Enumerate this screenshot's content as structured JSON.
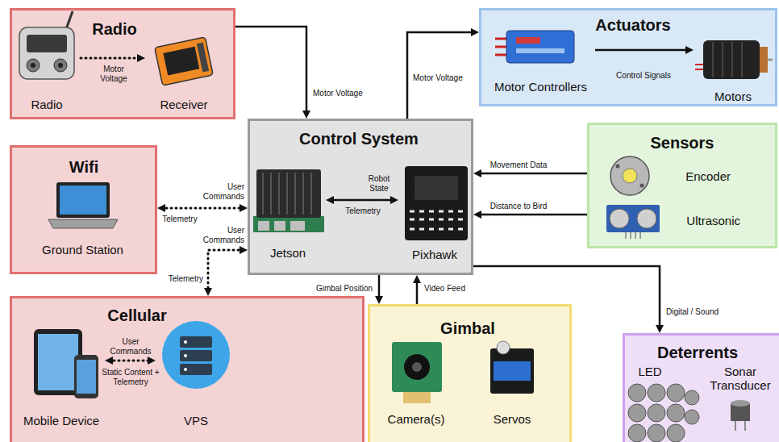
{
  "diagram": {
    "nodes": [
      {
        "text": [
          "Radio"
        ]
      },
      {
        "text": [
          "Radio"
        ],
        "in": 0
      },
      {
        "text": [
          "Receiver"
        ],
        "in": 0
      },
      {
        "text": [
          "Wifi"
        ]
      },
      {
        "text": [
          "Ground Station"
        ],
        "in": 3
      },
      {
        "text": [
          "Cellular"
        ]
      },
      {
        "text": [
          "Mobile Device"
        ],
        "in": 5
      },
      {
        "text": [
          "VPS"
        ],
        "in": 5
      },
      {
        "text": [
          "Control System"
        ]
      },
      {
        "text": [
          "Jetson"
        ],
        "in": 8
      },
      {
        "text": [
          "Pixhawk"
        ],
        "in": 8
      },
      {
        "text": [
          "Actuators"
        ]
      },
      {
        "text": [
          "Motor Controllers"
        ],
        "in": 11
      },
      {
        "text": [
          "Motors"
        ],
        "in": 11
      },
      {
        "text": [
          "Sensors"
        ]
      },
      {
        "text": [
          "Encoder"
        ],
        "in": 14
      },
      {
        "text": [
          "Ultrasonic"
        ],
        "in": 14
      },
      {
        "text": [
          "Gimbal"
        ]
      },
      {
        "text": [
          "Camera(s)"
        ],
        "in": 17
      },
      {
        "text": [
          "Servos"
        ],
        "in": 17
      },
      {
        "text": [
          "Deterrents"
        ]
      },
      {
        "text": [
          "LED"
        ],
        "in": 20
      },
      {
        "text": [
          "Sonar Transducer"
        ],
        "in": 20
      }
    ],
    "edges": [
      {
        "from": 1,
        "to": 2,
        "arrow": "to",
        "label": "Motor Voltage"
      },
      {
        "from": 0,
        "to": 8,
        "arrow": "to",
        "label": "Motor Voltage"
      },
      {
        "from": 8,
        "to": 11,
        "arrow": "to",
        "label": "Motor Voltage"
      },
      {
        "from": 12,
        "to": 13,
        "arrow": "to",
        "label": "Control Signals"
      },
      {
        "from": 3,
        "to": 8,
        "arrow": "both",
        "label": "User Commands"
      },
      {
        "from": 9,
        "to": 10,
        "arrow": "both",
        "label": "Telemetry"
      },
      {
        "from": 8,
        "to": 5,
        "arrow": "both",
        "label": "User Commands"
      },
      {
        "from": 6,
        "to": 7,
        "arrow": "both",
        "label": "User Commands"
      },
      {
        "from": 14,
        "to": 8,
        "arrow": "to",
        "label": "Movement Data"
      },
      {
        "from": 14,
        "to": 8,
        "arrow": "to",
        "label": "Distance to Bird"
      },
      {
        "from": 8,
        "to": 17,
        "arrow": "to",
        "label": "Gimbal Position"
      },
      {
        "from": 17,
        "to": 8,
        "arrow": "to",
        "label": "Video Feed"
      },
      {
        "from": 8,
        "to": 20,
        "arrow": "to",
        "label": "Digital / Sound"
      }
    ],
    "labels": [
      "Robot State",
      "Telemetry",
      "Telemetry",
      "Static Content + Telemetry"
    ]
  }
}
